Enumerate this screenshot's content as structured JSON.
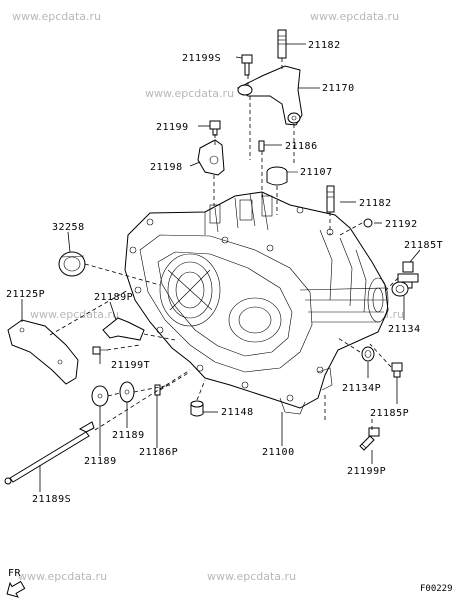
{
  "watermarks": [
    "www.epcdata.ru",
    "www.epcdata.ru",
    "www.epcdata.ru",
    "www.epcdata.ru",
    "www.epcdata.ru",
    "www.epcdata.ru",
    "www.epcdata.ru"
  ],
  "labels": {
    "p21182_top": "21182",
    "p21199s": "21199S",
    "p21170": "21170",
    "p21199": "21199",
    "p21186": "21186",
    "p21198": "21198",
    "p21107": "21107",
    "p21182_mid": "21182",
    "p21192": "21192",
    "p32258": "32258",
    "p21185t": "21185T",
    "p21125p": "21125P",
    "p21189p": "21189P",
    "p21134": "21134",
    "p21199t": "21199T",
    "p21134p": "21134P",
    "p21148": "21148",
    "p21185p": "21185P",
    "p21189_a": "21189",
    "p21186p": "21186P",
    "p21100": "21100",
    "p21189_b": "21189",
    "p21199p": "21199P",
    "p21189s": "21189S"
  },
  "direction_label": "FR",
  "figure_code": "F00229"
}
